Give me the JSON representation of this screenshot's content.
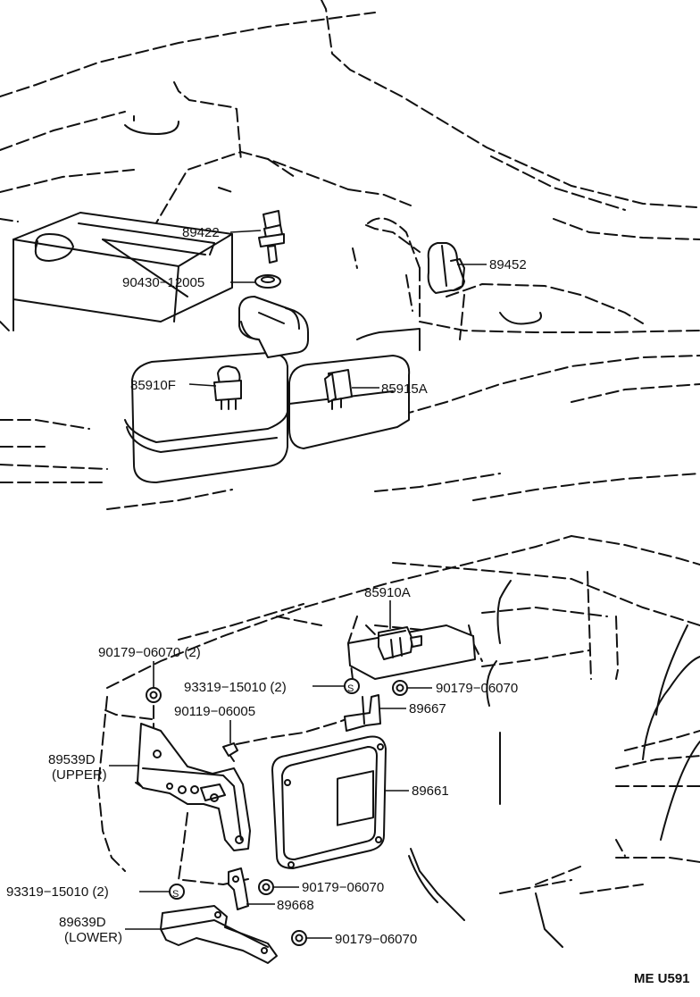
{
  "parts": {
    "p89422": "89422",
    "p90430": "90430−12005",
    "p89452": "89452",
    "p85910F": "85910F",
    "p85915A": "85915A",
    "p85910A": "85910A",
    "p90179a": "90179−06070 (2)",
    "p93319a": "93319−15010 (2)",
    "p90179b": "90179−06070",
    "p90119": "90119−06005",
    "p89667": "89667",
    "p89539": "89539D",
    "p89539sub": "(UPPER)",
    "p89661": "89661",
    "p93319b": "93319−15010 (2)",
    "p90179c": "90179−06070",
    "p89668": "89668",
    "p89639": "89639D",
    "p89639sub": "(LOWER)",
    "p90179d": "90179−06070"
  },
  "code": "ME U591",
  "s_mark": "S"
}
